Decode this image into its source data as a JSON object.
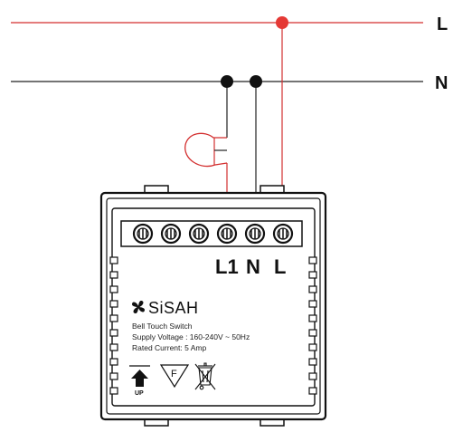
{
  "lines": {
    "live": "L",
    "neutral": "N"
  },
  "terminals": {
    "l1": "L1",
    "n": "N",
    "l": "L"
  },
  "device": {
    "brand": "SiSAH",
    "product": "Bell Touch Switch",
    "supply_voltage": "Supply Voltage : 160-240V ~ 50Hz",
    "rated_current": "Rated Current: 5 Amp",
    "up_marker": "UP",
    "fuse_symbol": "F"
  },
  "icons": {
    "brand_logo": "fan-logo-icon",
    "up_arrow": "up-arrow-icon",
    "fuse": "fuse-triangle-icon",
    "weee": "crossed-bin-icon",
    "bell": "bell-load-icon"
  },
  "colors": {
    "live_wire": "#d32f2f",
    "neutral_wire": "#222222",
    "junction_live": "#e53935",
    "junction_neutral": "#111111"
  }
}
